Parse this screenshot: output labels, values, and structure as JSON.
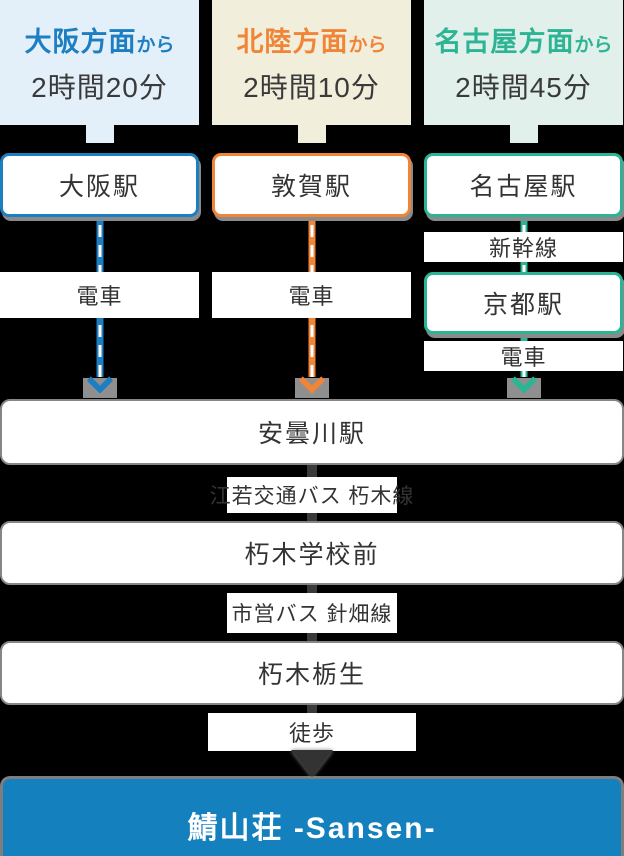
{
  "colors": {
    "page_bg": "#000000",
    "blue_accent": "#1d7ec2",
    "blue_panel_bg": "#e3f0fa",
    "orange_accent": "#f08437",
    "orange_panel_bg": "#f1eedb",
    "teal_accent": "#2cb494",
    "teal_panel_bg": "#e1f0eb",
    "text_dark": "#333333",
    "wide_box_border": "#868686",
    "connector_dark": "#3a3a3a",
    "destination_bg": "#1480bd"
  },
  "routes": [
    {
      "origin": "大阪方面",
      "suffix": "から",
      "duration": "2時間20分",
      "station": "大阪駅",
      "leg1": "電車"
    },
    {
      "origin": "北陸方面",
      "suffix": "から",
      "duration": "2時間10分",
      "station": "敦賀駅",
      "leg1": "電車"
    },
    {
      "origin": "名古屋方面",
      "suffix": "から",
      "duration": "2時間45分",
      "station": "名古屋駅",
      "leg1": "新幹線",
      "via_station": "京都駅",
      "leg2": "電車"
    }
  ],
  "shared_flow": {
    "station1": "安曇川駅",
    "bus1": "江若交通バス 朽木線",
    "station2": "朽木学校前",
    "bus2": "市営バス 針畑線",
    "station3": "朽木栃生",
    "walk": "徒歩"
  },
  "destination": {
    "name": "鯖山荘 -Sansen-"
  }
}
